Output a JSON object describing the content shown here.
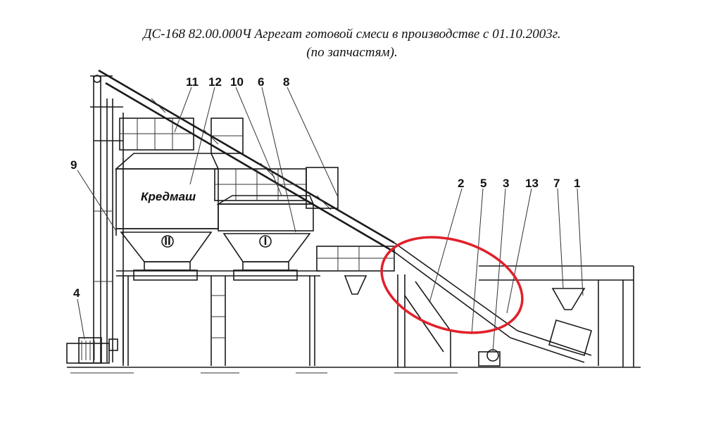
{
  "header": {
    "line1": "ДС-168 82.00.000Ч Агрегат готовой смеси  в производстве с 01.10.2003г.",
    "line2": "(по запчастям)."
  },
  "diagram": {
    "brand_text": "Кредмаш",
    "bin_markers": [
      "II",
      "I"
    ],
    "callouts": [
      "1",
      "2",
      "3",
      "4",
      "5",
      "6",
      "7",
      "8",
      "9",
      "10",
      "11",
      "12",
      "13"
    ]
  },
  "colors": {
    "line": "#1a1a1a",
    "highlight": "#e0202a"
  }
}
